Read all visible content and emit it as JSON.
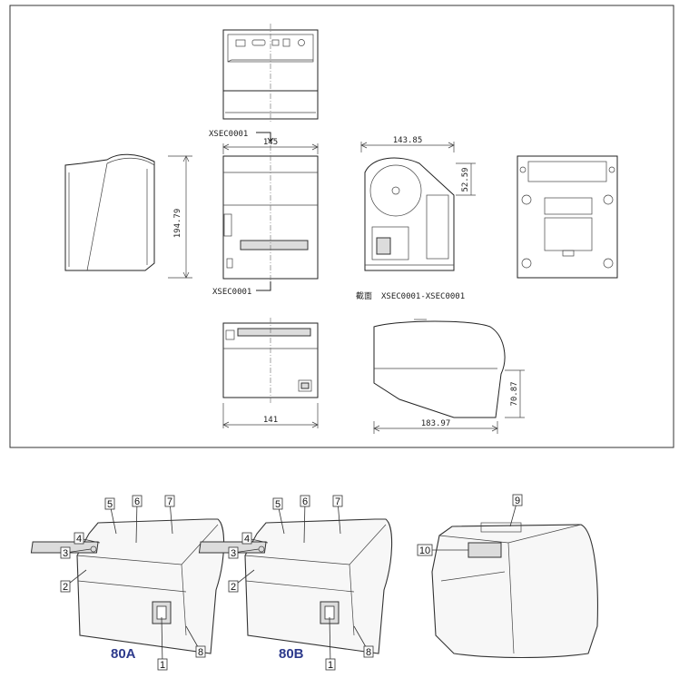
{
  "dimensions": {
    "front_width": "145",
    "left_height": "194.79",
    "section_width": "143.85",
    "section_height": "52.59",
    "bottom_width": "141",
    "side_length": "183.97",
    "side_height": "70.87"
  },
  "section_labels": {
    "top_mark": "XSEC0001",
    "bottom_mark": "XSEC0001",
    "section_caption_cn": "截面",
    "section_caption": "XSEC0001-XSEC0001"
  },
  "models": {
    "a": "80A",
    "b": "80B"
  },
  "model_color": "#2d3a8c",
  "callouts_a": [
    "1",
    "2",
    "3",
    "4",
    "5",
    "6",
    "7",
    "8"
  ],
  "callouts_b": [
    "1",
    "2",
    "3",
    "4",
    "5",
    "6",
    "7",
    "8"
  ],
  "callouts_rear": [
    "9",
    "10"
  ]
}
